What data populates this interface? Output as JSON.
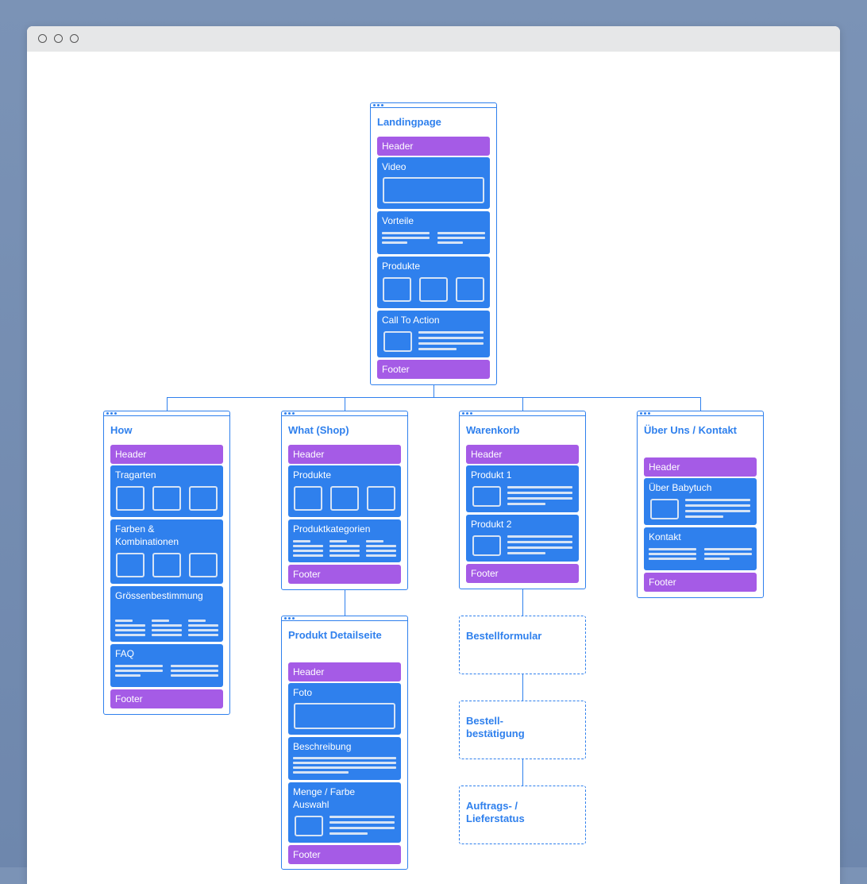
{
  "window": {
    "controls": [
      "window-circle-icon",
      "window-circle-icon",
      "window-circle-icon"
    ]
  },
  "colors": {
    "primary": "#2f80ed",
    "purple": "#a55be6",
    "placeholder": "#d6e3f5",
    "background": "#7287ad"
  },
  "pages": {
    "landing": {
      "title": "Landingpage",
      "sections": [
        "Header",
        "Video",
        "Vorteile",
        "Produkte",
        "Call To Action",
        "Footer"
      ]
    },
    "how": {
      "title": "How",
      "sections": [
        "Header",
        "Tragarten",
        "Farben & Kombinationen",
        "Grössenbestimmung",
        "FAQ",
        "Footer"
      ]
    },
    "what": {
      "title": "What (Shop)",
      "sections": [
        "Header",
        "Produkte",
        "Produktkategorien",
        "Footer"
      ]
    },
    "cart": {
      "title": "Warenkorb",
      "sections": [
        "Header",
        "Produkt 1",
        "Produkt 2",
        "Footer"
      ]
    },
    "about": {
      "title": "Über Uns / Kontakt",
      "sections": [
        "Header",
        "Über Babytuch",
        "Kontakt",
        "Footer"
      ]
    },
    "detail": {
      "title": "Produkt Detailseite",
      "sections": [
        "Header",
        "Foto",
        "Beschreibung",
        "Menge / Farbe Auswahl",
        "Footer"
      ]
    },
    "order_form": {
      "title": "Bestellformular"
    },
    "order_confirm": {
      "title": "Bestell-\nbestätigung"
    },
    "order_status": {
      "title": "Auftrags- /\nLieferstatus"
    }
  }
}
